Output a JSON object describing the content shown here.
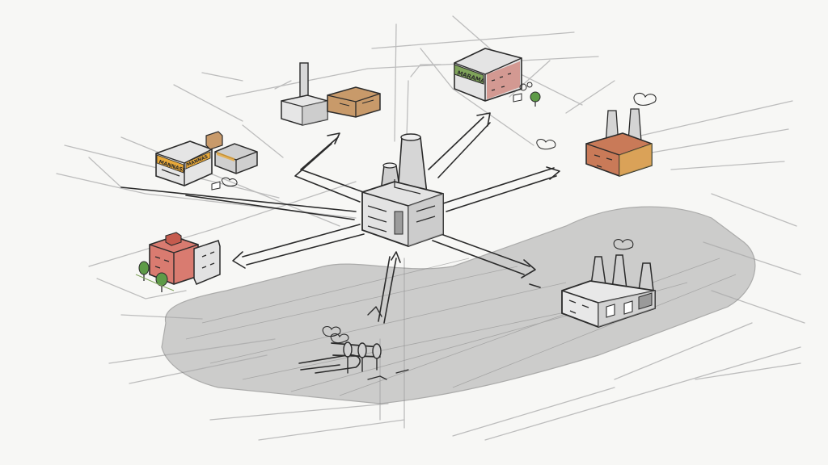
{
  "scene": {
    "type": "hand-drawn isometric sketch",
    "description_visible": false,
    "colors": {
      "paper": "#f7f7f5",
      "ink": "#2b2b2b",
      "road": "#bdbdbd",
      "shaded_zone": "#a9a9a9",
      "sign_yellow": "#e8a93a",
      "sign_green": "#7fa35a",
      "brick_red": "#c55b4e",
      "tree_green": "#5e9b47",
      "wood": "#c89a6a"
    }
  },
  "signs": {
    "top_shop": "MARAMA",
    "left_shop_a": "MANNASS",
    "left_shop_b": "MANNAS"
  },
  "icons": [
    "central-power-plant-icon",
    "factory-icon",
    "shop-icon",
    "pipeline-icon",
    "tree-icon",
    "smoke-icon",
    "arrow-icon"
  ]
}
